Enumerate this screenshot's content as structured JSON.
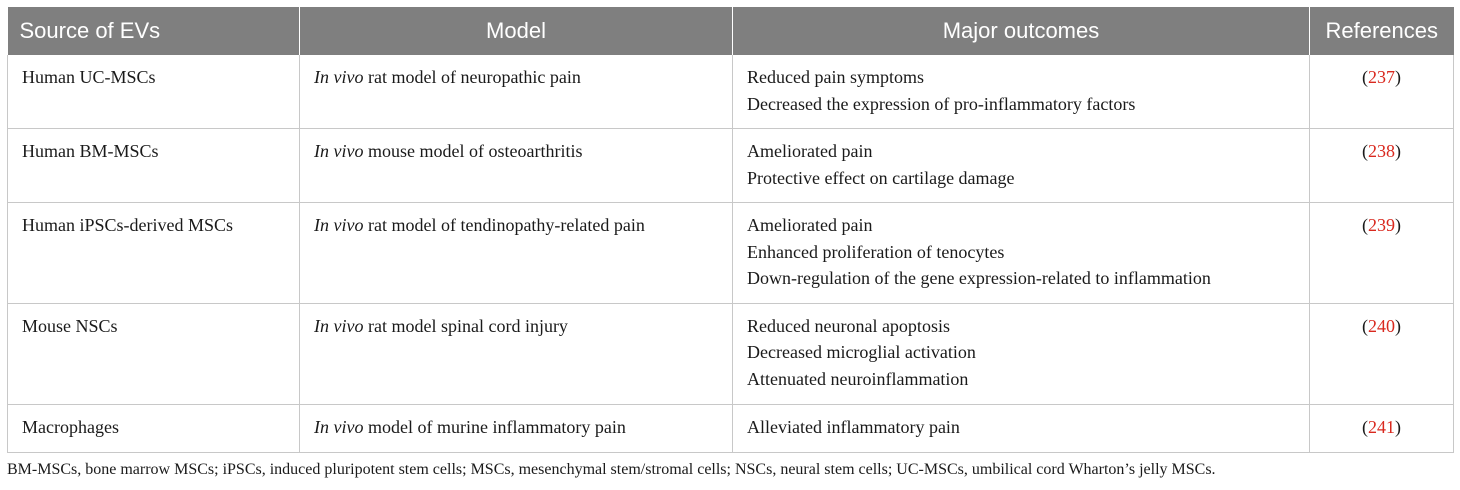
{
  "table": {
    "headers": [
      "Source of EVs",
      "Model",
      "Major outcomes",
      "References"
    ],
    "rows": [
      {
        "source": "Human UC-MSCs",
        "model_italic": "In vivo",
        "model_rest": " rat model of neuropathic pain",
        "outcomes": [
          "Reduced pain symptoms",
          "Decreased the expression of pro-inflammatory factors"
        ],
        "ref": "237"
      },
      {
        "source": "Human BM-MSCs",
        "model_italic": "In vivo",
        "model_rest": " mouse model of osteoarthritis",
        "outcomes": [
          "Ameliorated pain",
          "Protective effect on cartilage damage"
        ],
        "ref": "238"
      },
      {
        "source": "Human iPSCs-derived MSCs",
        "model_italic": "In vivo",
        "model_rest": " rat model of tendinopathy-related pain",
        "outcomes": [
          "Ameliorated pain",
          "Enhanced proliferation of tenocytes",
          "Down-regulation of the gene expression-related to inflammation"
        ],
        "ref": "239"
      },
      {
        "source": "Mouse NSCs",
        "model_italic": "In vivo",
        "model_rest": " rat model spinal cord injury",
        "outcomes": [
          "Reduced neuronal apoptosis",
          "Decreased microglial activation",
          "Attenuated neuroinflammation"
        ],
        "ref": "240"
      },
      {
        "source": "Macrophages",
        "model_italic": "In vivo",
        "model_rest": " model of murine inflammatory pain",
        "outcomes": [
          "Alleviated inflammatory pain"
        ],
        "ref": "241"
      }
    ]
  },
  "footnote": "BM-MSCs, bone marrow MSCs; iPSCs, induced pluripotent stem cells; MSCs, mesenchymal stem/stromal cells; NSCs, neural stem cells; UC-MSCs, umbilical cord Wharton’s jelly MSCs.",
  "colors": {
    "header_bg": "#7f7f7f",
    "header_text": "#ffffff",
    "reference_link": "#d9281e",
    "grid_line": "#c8c8c8"
  }
}
